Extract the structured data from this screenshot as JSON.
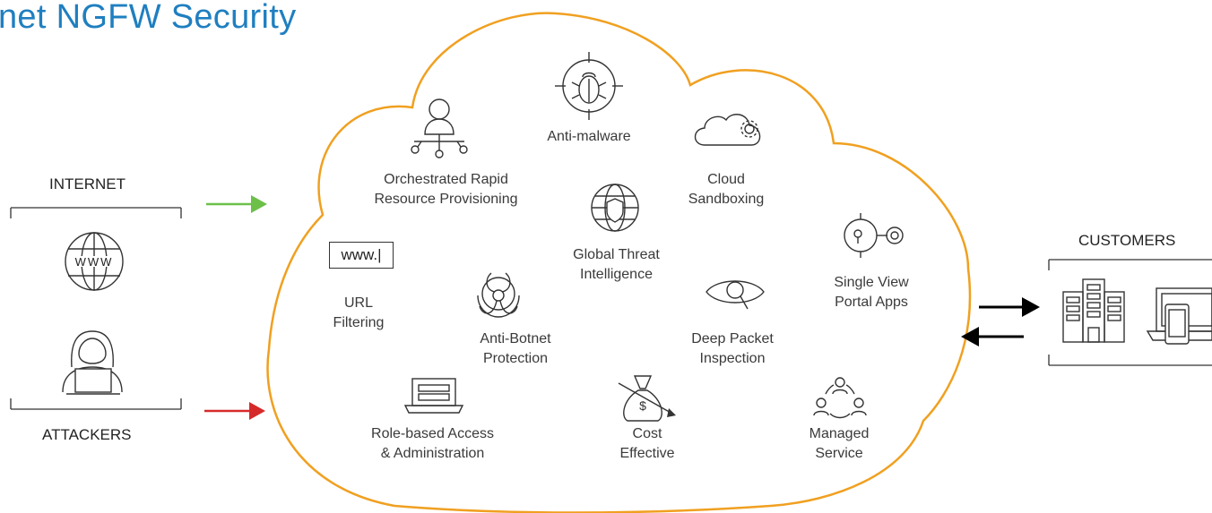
{
  "title": "net NGFW Security",
  "left": {
    "internet_label": "INTERNET",
    "attackers_label": "ATTACKERS"
  },
  "right": {
    "customers_label": "CUSTOMERS"
  },
  "features": {
    "orchestrated_1": "Orchestrated Rapid",
    "orchestrated_2": "Resource Provisioning",
    "antimalware": "Anti-malware",
    "cloud_1": "Cloud",
    "cloud_2": "Sandboxing",
    "global_1": "Global Threat",
    "global_2": "Intelligence",
    "single_1": "Single View",
    "single_2": "Portal Apps",
    "url_1": "URL",
    "url_2": "Filtering",
    "www_text": "www.|",
    "botnet_1": "Anti-Botnet",
    "botnet_2": "Protection",
    "dpi_1": "Deep Packet",
    "dpi_2": "Inspection",
    "role_1": "Role-based Access",
    "role_2": "& Administration",
    "cost_1": "Cost",
    "cost_2": "Effective",
    "managed_1": "Managed",
    "managed_2": "Service"
  },
  "colors": {
    "title": "#1f7fc0",
    "cloud_outline": "#f0a020",
    "internet_arrow": "#6cc04a",
    "attackers_arrow": "#d62a2a",
    "customer_arrows": "#000000"
  }
}
